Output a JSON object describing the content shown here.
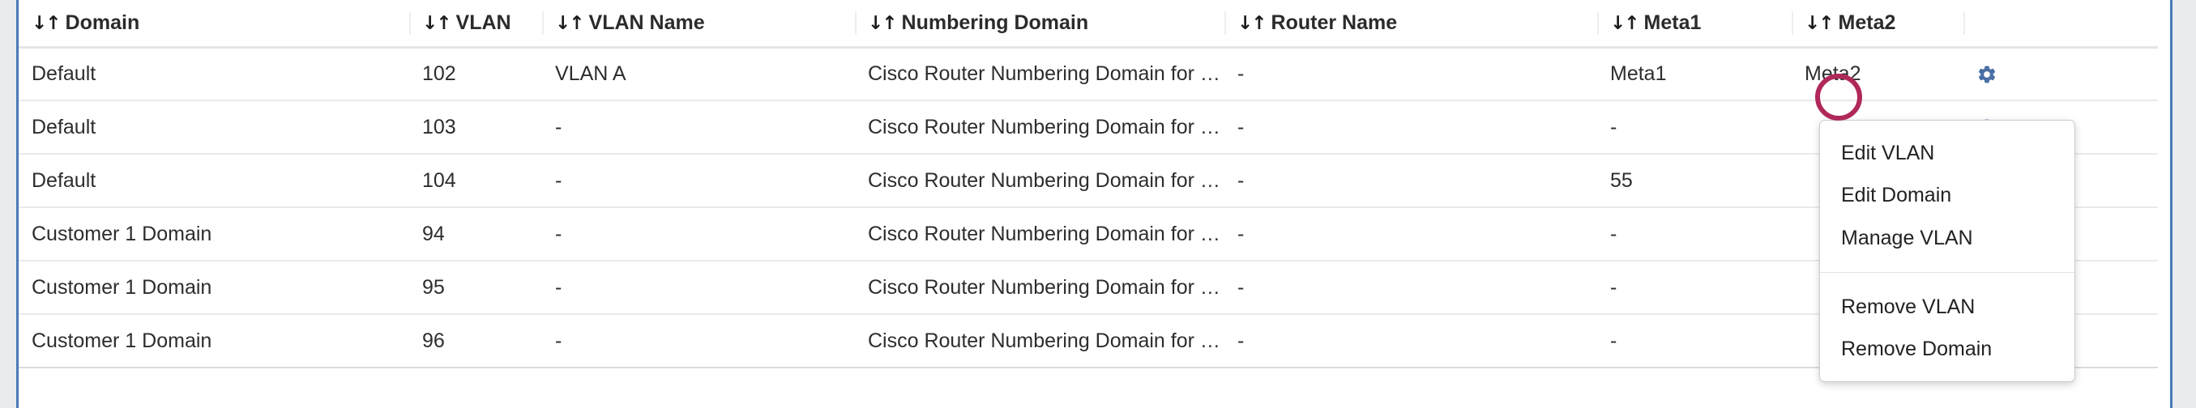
{
  "theme": {
    "accent_blue": "#4a7ab5",
    "gear_blue": "#4a6fa5",
    "annotation_crimson": "#b0285a",
    "row_border": "#e9eaec",
    "header_border": "#e2e4e6",
    "page_background": "#e8ecef"
  },
  "table": {
    "sort_icon": "↓↑",
    "columns": [
      {
        "key": "domain",
        "label": "Domain",
        "sortable": true
      },
      {
        "key": "vlan",
        "label": "VLAN",
        "sortable": true
      },
      {
        "key": "vlan_name",
        "label": "VLAN Name",
        "sortable": true
      },
      {
        "key": "numbering_domain",
        "label": "Numbering Domain",
        "sortable": true
      },
      {
        "key": "router_name",
        "label": "Router Name",
        "sortable": true
      },
      {
        "key": "meta1",
        "label": "Meta1",
        "sortable": true
      },
      {
        "key": "meta2",
        "label": "Meta2",
        "sortable": true
      },
      {
        "key": "actions",
        "label": "",
        "sortable": false
      }
    ],
    "action_icon": "gear-icon",
    "rows": [
      {
        "domain": "Default",
        "vlan": "102",
        "vlan_name": "VLAN A",
        "numbering_domain": "Cisco Router Numbering Domain for …",
        "router_name": "-",
        "meta1": "Meta1",
        "meta2": "Meta2"
      },
      {
        "domain": "Default",
        "vlan": "103",
        "vlan_name": "-",
        "numbering_domain": "Cisco Router Numbering Domain for …",
        "router_name": "-",
        "meta1": "-",
        "meta2": ""
      },
      {
        "domain": "Default",
        "vlan": "104",
        "vlan_name": "-",
        "numbering_domain": "Cisco Router Numbering Domain for …",
        "router_name": "-",
        "meta1": "55",
        "meta2": ""
      },
      {
        "domain": "Customer 1 Domain",
        "vlan": "94",
        "vlan_name": "-",
        "numbering_domain": "Cisco Router Numbering Domain for …",
        "router_name": "-",
        "meta1": "-",
        "meta2": ""
      },
      {
        "domain": "Customer 1 Domain",
        "vlan": "95",
        "vlan_name": "-",
        "numbering_domain": "Cisco Router Numbering Domain for …",
        "router_name": "-",
        "meta1": "-",
        "meta2": ""
      },
      {
        "domain": "Customer 1 Domain",
        "vlan": "96",
        "vlan_name": "-",
        "numbering_domain": "Cisco Router Numbering Domain for …",
        "router_name": "-",
        "meta1": "-",
        "meta2": ""
      }
    ]
  },
  "context_menu": {
    "open": true,
    "groups": [
      {
        "items": [
          {
            "id": "edit-vlan",
            "label": "Edit VLAN"
          },
          {
            "id": "edit-domain",
            "label": "Edit Domain"
          },
          {
            "id": "manage-vlan",
            "label": "Manage VLAN"
          }
        ]
      },
      {
        "items": [
          {
            "id": "remove-vlan",
            "label": "Remove VLAN"
          },
          {
            "id": "remove-domain",
            "label": "Remove Domain"
          }
        ]
      }
    ]
  },
  "annotation": {
    "type": "circle-highlight",
    "color": "#b0285a"
  }
}
